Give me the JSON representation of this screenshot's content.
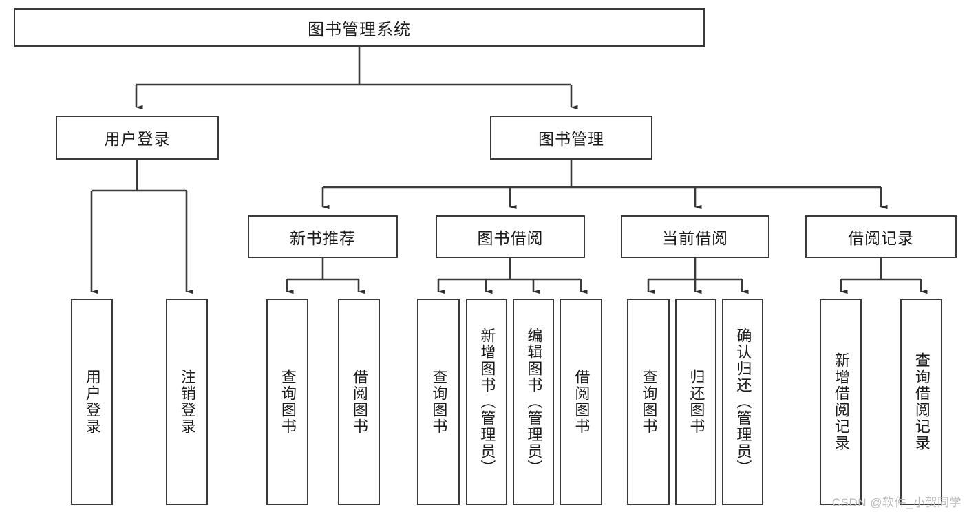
{
  "diagram": {
    "type": "tree",
    "title": "图书管理系统",
    "root": {
      "label": "图书管理系统"
    },
    "level2": [
      {
        "label": "用户登录"
      },
      {
        "label": "图书管理"
      }
    ],
    "level3": [
      {
        "label": "新书推荐"
      },
      {
        "label": "图书借阅"
      },
      {
        "label": "当前借阅"
      },
      {
        "label": "借阅记录"
      }
    ],
    "leaves": {
      "user_login": [
        {
          "label": "用户登录"
        },
        {
          "label": "注销登录"
        }
      ],
      "new_book_recommend": [
        {
          "label": "查询图书"
        },
        {
          "label": "借阅图书"
        }
      ],
      "book_borrow": [
        {
          "label": "查询图书"
        },
        {
          "label": "新增图书（管理员）"
        },
        {
          "label": "编辑图书（管理员）"
        },
        {
          "label": "借阅图书"
        }
      ],
      "current_borrow": [
        {
          "label": "查询图书"
        },
        {
          "label": "归还图书"
        },
        {
          "label": "确认归还（管理员）"
        }
      ],
      "borrow_record": [
        {
          "label": "新增借阅记录"
        },
        {
          "label": "查询借阅记录"
        }
      ]
    }
  },
  "watermark": {
    "text": "CSDN @软件_小贺同学"
  },
  "colors": {
    "stroke": "#3a3a3a",
    "box_fill": "#ffffff",
    "text": "#1a1a1a",
    "watermark": "#b9b9b9"
  }
}
